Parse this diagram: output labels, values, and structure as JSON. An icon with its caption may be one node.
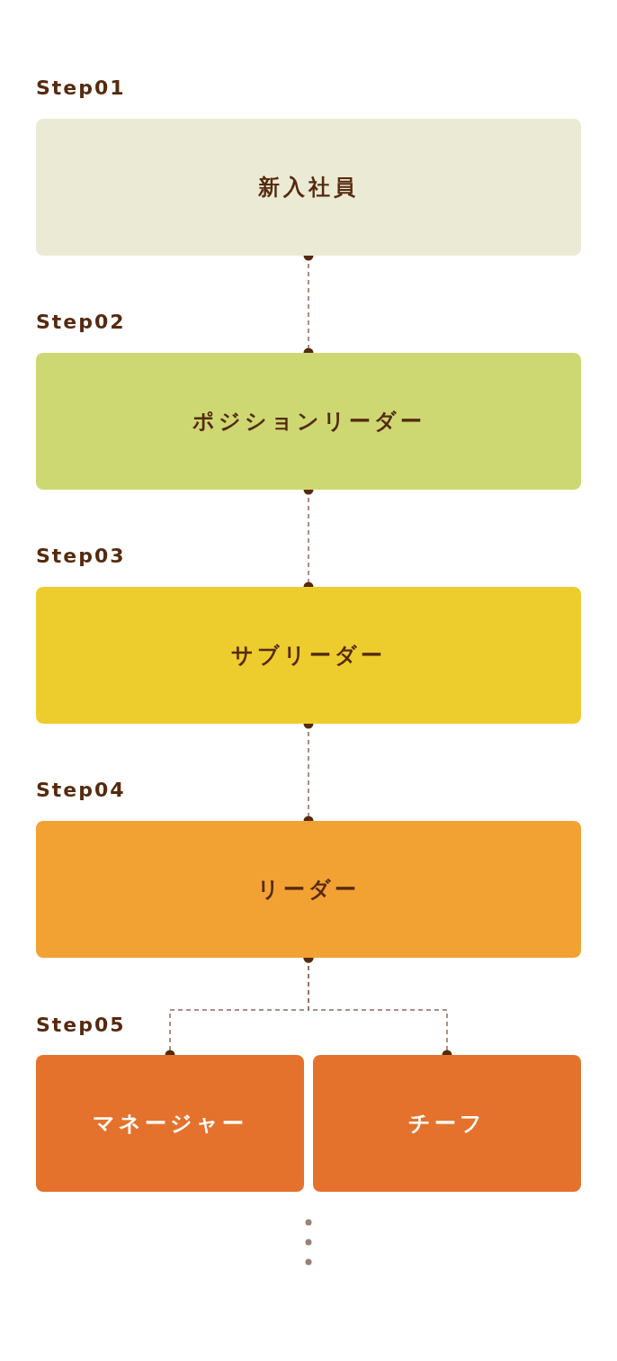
{
  "diagram": {
    "nodes": [
      {
        "text": [
          "Step01",
          "新入社員"
        ]
      },
      {
        "text": [
          "Step02",
          "ポジションリーダー"
        ]
      },
      {
        "text": [
          "Step03",
          "サブリーダー"
        ]
      },
      {
        "text": [
          "Step04",
          "リーダー"
        ]
      },
      {
        "text": [
          "マネージャー"
        ]
      },
      {
        "text": [
          "チーフ"
        ]
      }
    ],
    "edges": [
      {
        "from": 0,
        "to": 1,
        "arrow": "other",
        "style": "dashed"
      },
      {
        "from": 1,
        "to": 2,
        "arrow": "other",
        "style": "dashed"
      },
      {
        "from": 2,
        "to": 3,
        "arrow": "other",
        "style": "dashed"
      },
      {
        "from": 3,
        "to": 4,
        "arrow": "other",
        "style": "dashed"
      },
      {
        "from": 3,
        "to": 5,
        "arrow": "other",
        "style": "dashed"
      }
    ],
    "labels": [
      "Step05"
    ]
  }
}
